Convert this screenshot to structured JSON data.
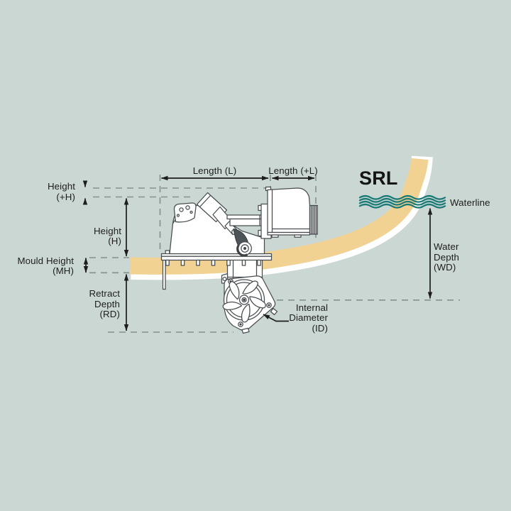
{
  "brand": {
    "logo": "SRL"
  },
  "colors": {
    "background": "#cbd7d2",
    "hull_tan": "#f1d293",
    "hull_outline": "#ffffff",
    "wave_teal": "#1b7a76",
    "ink": "#1d1d1d",
    "drawing": "#474d50",
    "dash": "#83918d"
  },
  "labels": {
    "length_l": "Length (L)",
    "length_plus_l": "Length (+L)",
    "height_plus_h": "Height\n(+H)",
    "height_h": "Height\n(H)",
    "mould_height": "Mould Height\n(MH)",
    "retract_depth": "Retract\nDepth\n(RD)",
    "internal_diameter": "Internal\nDiameter\n(ID)",
    "water_depth": "Water\nDepth\n(WD)",
    "waterline": "Waterline"
  }
}
